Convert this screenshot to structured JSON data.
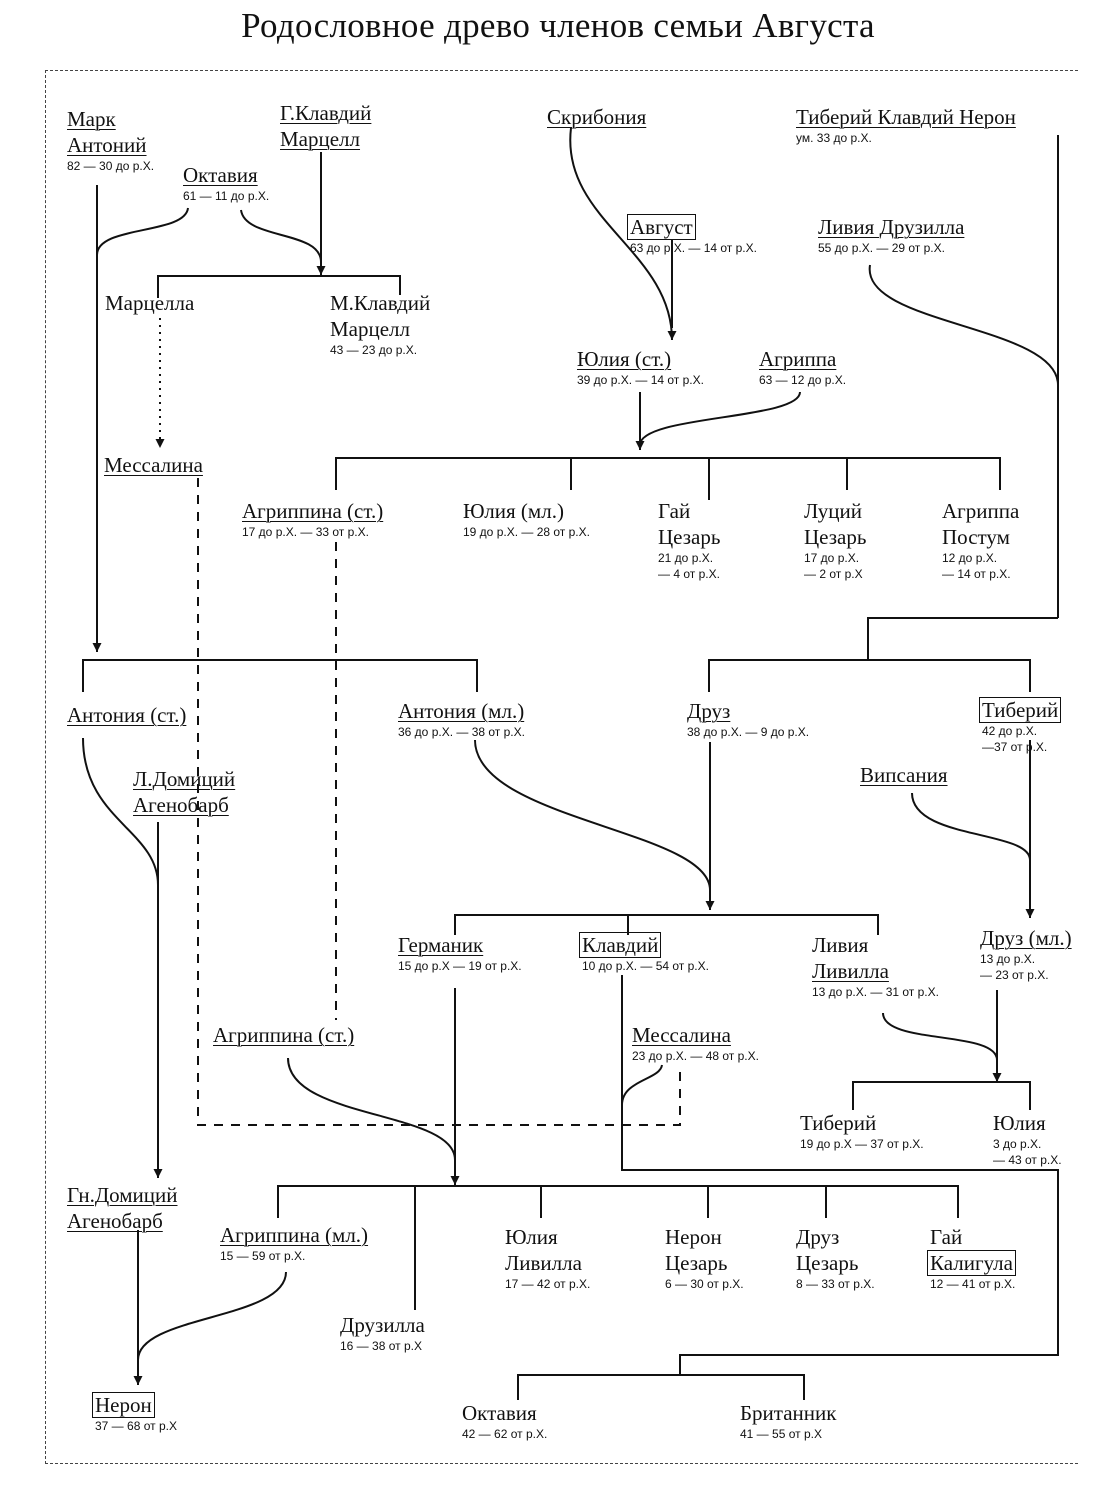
{
  "title": "Родословное древо членов семьи Августа",
  "people": {
    "mark_antony": {
      "lines": [
        "Марк",
        "Антоний"
      ],
      "dates": [
        "82 — 30 до р.Х."
      ]
    },
    "gaius_marcellus": {
      "lines": [
        "Г.Клавдий",
        "Марцелл"
      ],
      "dates": []
    },
    "octavia": {
      "lines": [
        "Октавия"
      ],
      "dates": [
        "61 — 11 до р.Х."
      ]
    },
    "scribonia": {
      "lines": [
        "Скрибония"
      ],
      "dates": []
    },
    "tiberius_nero": {
      "lines": [
        "Тиберий Клавдий Нерон"
      ],
      "dates": [
        "ум. 33 до р.Х."
      ]
    },
    "augustus": {
      "lines": [
        "Август"
      ],
      "dates": [
        "63 до р.Х. — 14 от р.Х."
      ]
    },
    "livia": {
      "lines": [
        "Ливия Друзилла"
      ],
      "dates": [
        "55 до р.Х. — 29 от р.Х."
      ]
    },
    "marcella": {
      "lines": [
        "Марцелла"
      ],
      "dates": []
    },
    "m_marcellus": {
      "lines": [
        "М.Клавдий",
        "Марцелл"
      ],
      "dates": [
        "43 — 23 до р.Х."
      ]
    },
    "julia_elder": {
      "lines": [
        "Юлия (ст.)"
      ],
      "dates": [
        "39 до р.Х. — 14 от р.Х."
      ]
    },
    "agrippa": {
      "lines": [
        "Агриппа"
      ],
      "dates": [
        "63 — 12 до р.Х."
      ]
    },
    "messalina_1": {
      "lines": [
        "Мессалина"
      ],
      "dates": []
    },
    "agrippina_elder": {
      "lines": [
        "Агриппина (ст.)"
      ],
      "dates": [
        "17 до р.Х. — 33 от р.Х."
      ]
    },
    "julia_younger": {
      "lines": [
        "Юлия (мл.)"
      ],
      "dates": [
        "19 до р.Х. — 28 от р.Х."
      ]
    },
    "gaius_caesar": {
      "lines": [
        "Гай",
        "Цезарь"
      ],
      "dates": [
        "21 до р.Х.",
        "— 4 от р.Х."
      ]
    },
    "lucius_caesar": {
      "lines": [
        "Луций",
        "Цезарь"
      ],
      "dates": [
        "17 до р.Х.",
        "— 2 от р.Х"
      ]
    },
    "agrippa_postumus": {
      "lines": [
        "Агриппа",
        "Постум"
      ],
      "dates": [
        "12 до р.Х.",
        "— 14 от р.Х."
      ]
    },
    "antonia_elder": {
      "lines": [
        "Антония (ст.)"
      ],
      "dates": []
    },
    "antonia_younger": {
      "lines": [
        "Антония (мл.)"
      ],
      "dates": [
        "36 до р.Х. — 38 от р.Х."
      ]
    },
    "drusus": {
      "lines": [
        "Друз"
      ],
      "dates": [
        "38 до р.Х. — 9 до р.Х."
      ]
    },
    "tiberius": {
      "lines": [
        "Тиберий"
      ],
      "dates": [
        "42 до р.Х.",
        "—37 от р.Х."
      ]
    },
    "l_domitius": {
      "lines": [
        "Л.Домиций",
        "Агенобарб"
      ],
      "dates": []
    },
    "vipsania": {
      "lines": [
        "Випсания"
      ],
      "dates": []
    },
    "germanicus": {
      "lines": [
        "Германик"
      ],
      "dates": [
        "15 до р.Х — 19 от р.Х."
      ]
    },
    "claudius": {
      "lines": [
        "Клавдий"
      ],
      "dates": [
        "10 до р.Х. — 54 от р.Х."
      ]
    },
    "livilla": {
      "lines": [
        "Ливия",
        "Ливилла"
      ],
      "dates": [
        "13 до р.Х. — 31 от р.Х."
      ]
    },
    "drusus_younger": {
      "lines": [
        "Друз (мл.)"
      ],
      "dates": [
        "13 до р.Х.",
        "— 23 от р.Х."
      ]
    },
    "agrippina_elder_2": {
      "lines": [
        "Агриппина (ст.)"
      ],
      "dates": []
    },
    "messalina_2": {
      "lines": [
        "Мессалина"
      ],
      "dates": [
        "23 до р.Х. — 48 от р.Х."
      ]
    },
    "tiberius_gemellus": {
      "lines": [
        "Тиберий"
      ],
      "dates": [
        "19 до р.Х — 37 от р.Х."
      ]
    },
    "julia_livia": {
      "lines": [
        "Юлия"
      ],
      "dates": [
        "3 до р.Х.",
        "— 43 от р.Х."
      ]
    },
    "gn_domitius": {
      "lines": [
        "Гн.Домиций",
        "Агенобарб"
      ],
      "dates": []
    },
    "agrippina_younger": {
      "lines": [
        "Агриппина (мл.)"
      ],
      "dates": [
        "15 — 59 от р.Х."
      ]
    },
    "julia_livilla": {
      "lines": [
        "Юлия",
        "Ливилла"
      ],
      "dates": [
        "17 — 42 от р.Х."
      ]
    },
    "nero_caesar": {
      "lines": [
        "Нерон",
        "Цезарь"
      ],
      "dates": [
        "6 — 30 от р.Х."
      ]
    },
    "drusus_caesar": {
      "lines": [
        "Друз",
        "Цезарь"
      ],
      "dates": [
        "8 — 33 от р.Х."
      ]
    },
    "caligula": {
      "lines": [
        "Гай",
        "Калигула"
      ],
      "dates": [
        "12 — 41 от р.Х."
      ]
    },
    "drusilla": {
      "lines": [
        "Друзилла"
      ],
      "dates": [
        "16 — 38 от р.Х"
      ]
    },
    "nero": {
      "lines": [
        "Нерон"
      ],
      "dates": [
        "37 — 68 от р.Х"
      ]
    },
    "octavia_claudia": {
      "lines": [
        "Октавия"
      ],
      "dates": [
        "42 — 62 от р.Х."
      ]
    },
    "britannicus": {
      "lines": [
        "Британник"
      ],
      "dates": [
        "41 — 55 от р.Х"
      ]
    }
  }
}
